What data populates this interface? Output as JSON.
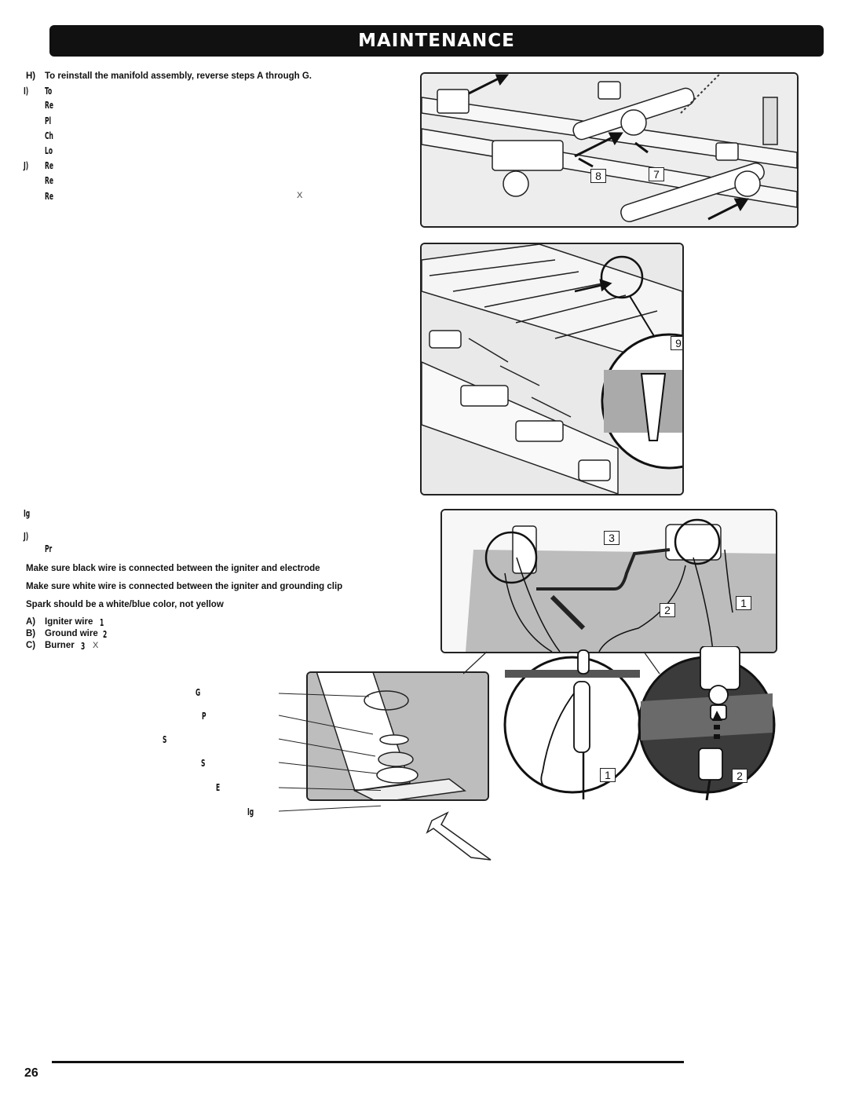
{
  "header": {
    "title": "MAINTENANCE"
  },
  "step_h": {
    "letter": "H)",
    "text": "To reinstall the manifold assembly, reverse steps A through G."
  },
  "garbled_top": [
    "I)",
    "To",
    "Re",
    "Pl",
    "Ch",
    "Lo",
    "Re",
    "J)",
    "Re",
    "Re"
  ],
  "x_marker_top": "X",
  "garbled_mid": [
    "Ig",
    "J)"
  ],
  "garbled_mid_2": "Pr",
  "checks": [
    "Make sure black wire is connected between the igniter and electrode",
    "Make sure white wire is connected between the igniter and grounding clip",
    "Spark should be a white/blue color, not yellow"
  ],
  "legend": [
    {
      "letter": "A)",
      "label": "Igniter wire",
      "suffix": "1"
    },
    {
      "letter": "B)",
      "label": "Ground wire",
      "suffix": "2"
    },
    {
      "letter": "C)",
      "label": "Burner",
      "suffix": "3"
    }
  ],
  "x_marker_legend": "X",
  "burner_parts": [
    "G",
    "P",
    "S",
    "S",
    "E",
    "Ig"
  ],
  "callouts": {
    "fig1": [
      "8",
      "7"
    ],
    "fig2": [
      "9"
    ],
    "fig3": [
      "3",
      "2",
      "1"
    ],
    "fig4": [
      "1",
      "2"
    ]
  },
  "footer": {
    "page_number": "26"
  }
}
